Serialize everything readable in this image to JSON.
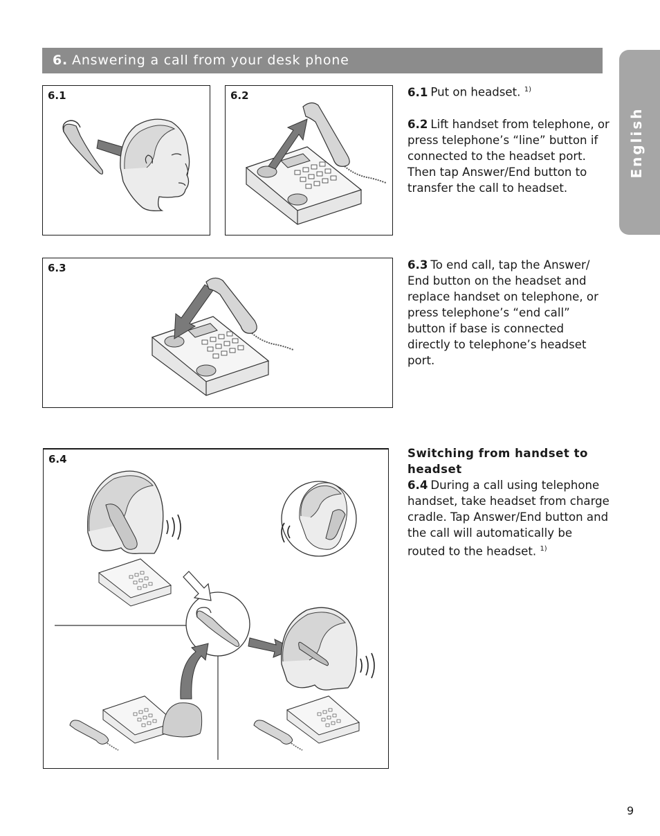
{
  "header": {
    "number": "6.",
    "title": "Answering a call from your desk phone"
  },
  "lang_tab": "English",
  "figures": {
    "f61": "6.1",
    "f62": "6.2",
    "f63": "6.3",
    "f64": "6.4"
  },
  "steps": {
    "s61": {
      "num": "6.1",
      "text": "Put on headset.",
      "note": "1)"
    },
    "s62": {
      "num": "6.2",
      "text": "Lift handset from telephone, or press telephone’s “line” button if connected to the headset port. Then tap Answer/End button to transfer the call to headset."
    },
    "s63": {
      "num": "6.3",
      "text": "To end call, tap the Answer/ End button on the headset and replace handset on telephone, or press telephone’s “end call” button if base is connected directly to telephone’s headset port."
    },
    "switch_heading": "Switching from handset to headset",
    "s64": {
      "num": "6.4",
      "text": "During a call using telephone handset, take headset from charge cradle. Tap Answer/End button and the call will automatically be routed to the headset.",
      "note": "1)"
    }
  },
  "page_number": "9"
}
